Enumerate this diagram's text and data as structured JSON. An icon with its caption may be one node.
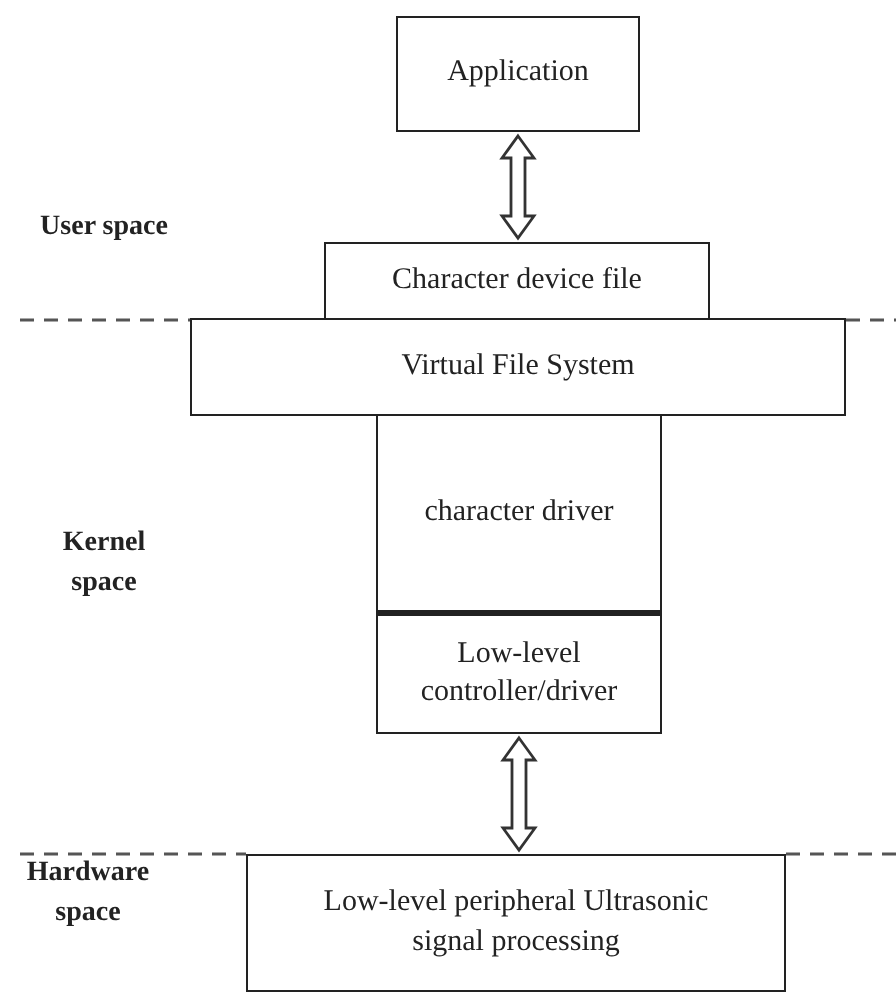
{
  "diagram": {
    "nodes": [
      {
        "text": [
          "Application"
        ]
      },
      {
        "text": [
          "Character device file"
        ]
      },
      {
        "text": [
          "Virtual File System"
        ]
      },
      {
        "text": [
          "character driver"
        ]
      },
      {
        "text": [
          "Low-level controller/driver"
        ]
      },
      {
        "text": [
          "Low-level peripheral Ultrasonic signal processing"
        ]
      }
    ],
    "edges": [
      {
        "from": 0,
        "to": 1,
        "arrow": "both"
      },
      {
        "from": 4,
        "to": 5,
        "arrow": "both"
      }
    ],
    "labels": [
      "User space",
      "Kernel space",
      "Hardware space"
    ]
  }
}
